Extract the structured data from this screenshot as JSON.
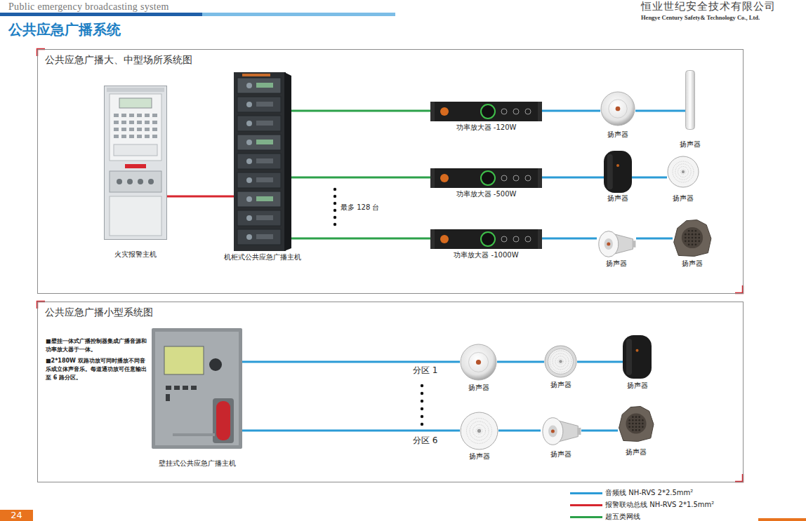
{
  "diagram": {
    "title": "公共应急广播系统",
    "nodes": [
      {
        "text": [
          "公共应急广播大、中型场所系统图"
        ]
      },
      {
        "text": [
          "火灾报警主机"
        ],
        "in": 0
      },
      {
        "text": [
          "机柜式公共应急广播主机"
        ],
        "in": 0
      },
      {
        "text": [
          "功率放大器 -120W"
        ],
        "in": 0
      },
      {
        "text": [
          "扬声器"
        ],
        "in": 0
      },
      {
        "text": [
          "扬声器"
        ],
        "in": 0
      },
      {
        "text": [
          "功率放大器 -500W"
        ],
        "in": 0
      },
      {
        "text": [
          "扬声器"
        ],
        "in": 0
      },
      {
        "text": [
          "扬声器"
        ],
        "in": 0
      },
      {
        "text": [
          "功率放大器 -1000W"
        ],
        "in": 0
      },
      {
        "text": [
          "扬声器"
        ],
        "in": 0
      },
      {
        "text": [
          "扬声器"
        ],
        "in": 0
      },
      {
        "text": [
          "公共应急广播小型系统图"
        ]
      },
      {
        "text": [
          "壁挂式公共应急广播主机"
        ],
        "in": 12
      },
      {
        "text": [
          "扬声器"
        ],
        "in": 12
      },
      {
        "text": [
          "扬声器"
        ],
        "in": 12
      },
      {
        "text": [
          "扬声器"
        ],
        "in": 12
      },
      {
        "text": [
          "扬声器"
        ],
        "in": 12
      },
      {
        "text": [
          "扬声器"
        ],
        "in": 12
      },
      {
        "text": [
          "扬声器"
        ],
        "in": 12
      }
    ],
    "edges": [
      {
        "from": 1,
        "to": 2,
        "arrow": "none"
      },
      {
        "from": 2,
        "to": 3,
        "arrow": "none"
      },
      {
        "from": 2,
        "to": 6,
        "arrow": "none"
      },
      {
        "from": 2,
        "to": 9,
        "arrow": "none"
      },
      {
        "from": 3,
        "to": 4,
        "arrow": "none"
      },
      {
        "from": 4,
        "to": 5,
        "arrow": "none"
      },
      {
        "from": 6,
        "to": 7,
        "arrow": "none"
      },
      {
        "from": 7,
        "to": 8,
        "arrow": "none"
      },
      {
        "from": 9,
        "to": 10,
        "arrow": "none"
      },
      {
        "from": 10,
        "to": 11,
        "arrow": "none"
      },
      {
        "from": 13,
        "to": 14,
        "label": "分区 1",
        "arrow": "none"
      },
      {
        "from": 14,
        "to": 15,
        "arrow": "none"
      },
      {
        "from": 15,
        "to": 16,
        "arrow": "none"
      },
      {
        "from": 13,
        "to": 17,
        "label": "分区 6",
        "arrow": "none"
      },
      {
        "from": 17,
        "to": 18,
        "arrow": "none"
      },
      {
        "from": 18,
        "to": 19,
        "arrow": "none"
      }
    ],
    "labels": [
      "Public emergency broadcasting system",
      "恒业世纪安全技术有限公司",
      "Hengye Century Safety& Technology Co., Ltd.",
      "最多 128 台",
      "■壁挂一体式广播控制器集成广播音源和功率放大器于一体。",
      "■2*180W 双路功放可同时播放不同音乐或立体声音乐。每道通功放可任意输出至 6 路分区。",
      "24"
    ],
    "legend": [
      {
        "text": "音频线 NH-RVS 2*2.5mm²",
        "color": "#2b9bd6"
      },
      {
        "text": "报警联动总线 NH-RVS 2*1.5mm²",
        "color": "#d7262f"
      },
      {
        "text": "超五类网线",
        "color": "#2ca14a"
      }
    ]
  }
}
